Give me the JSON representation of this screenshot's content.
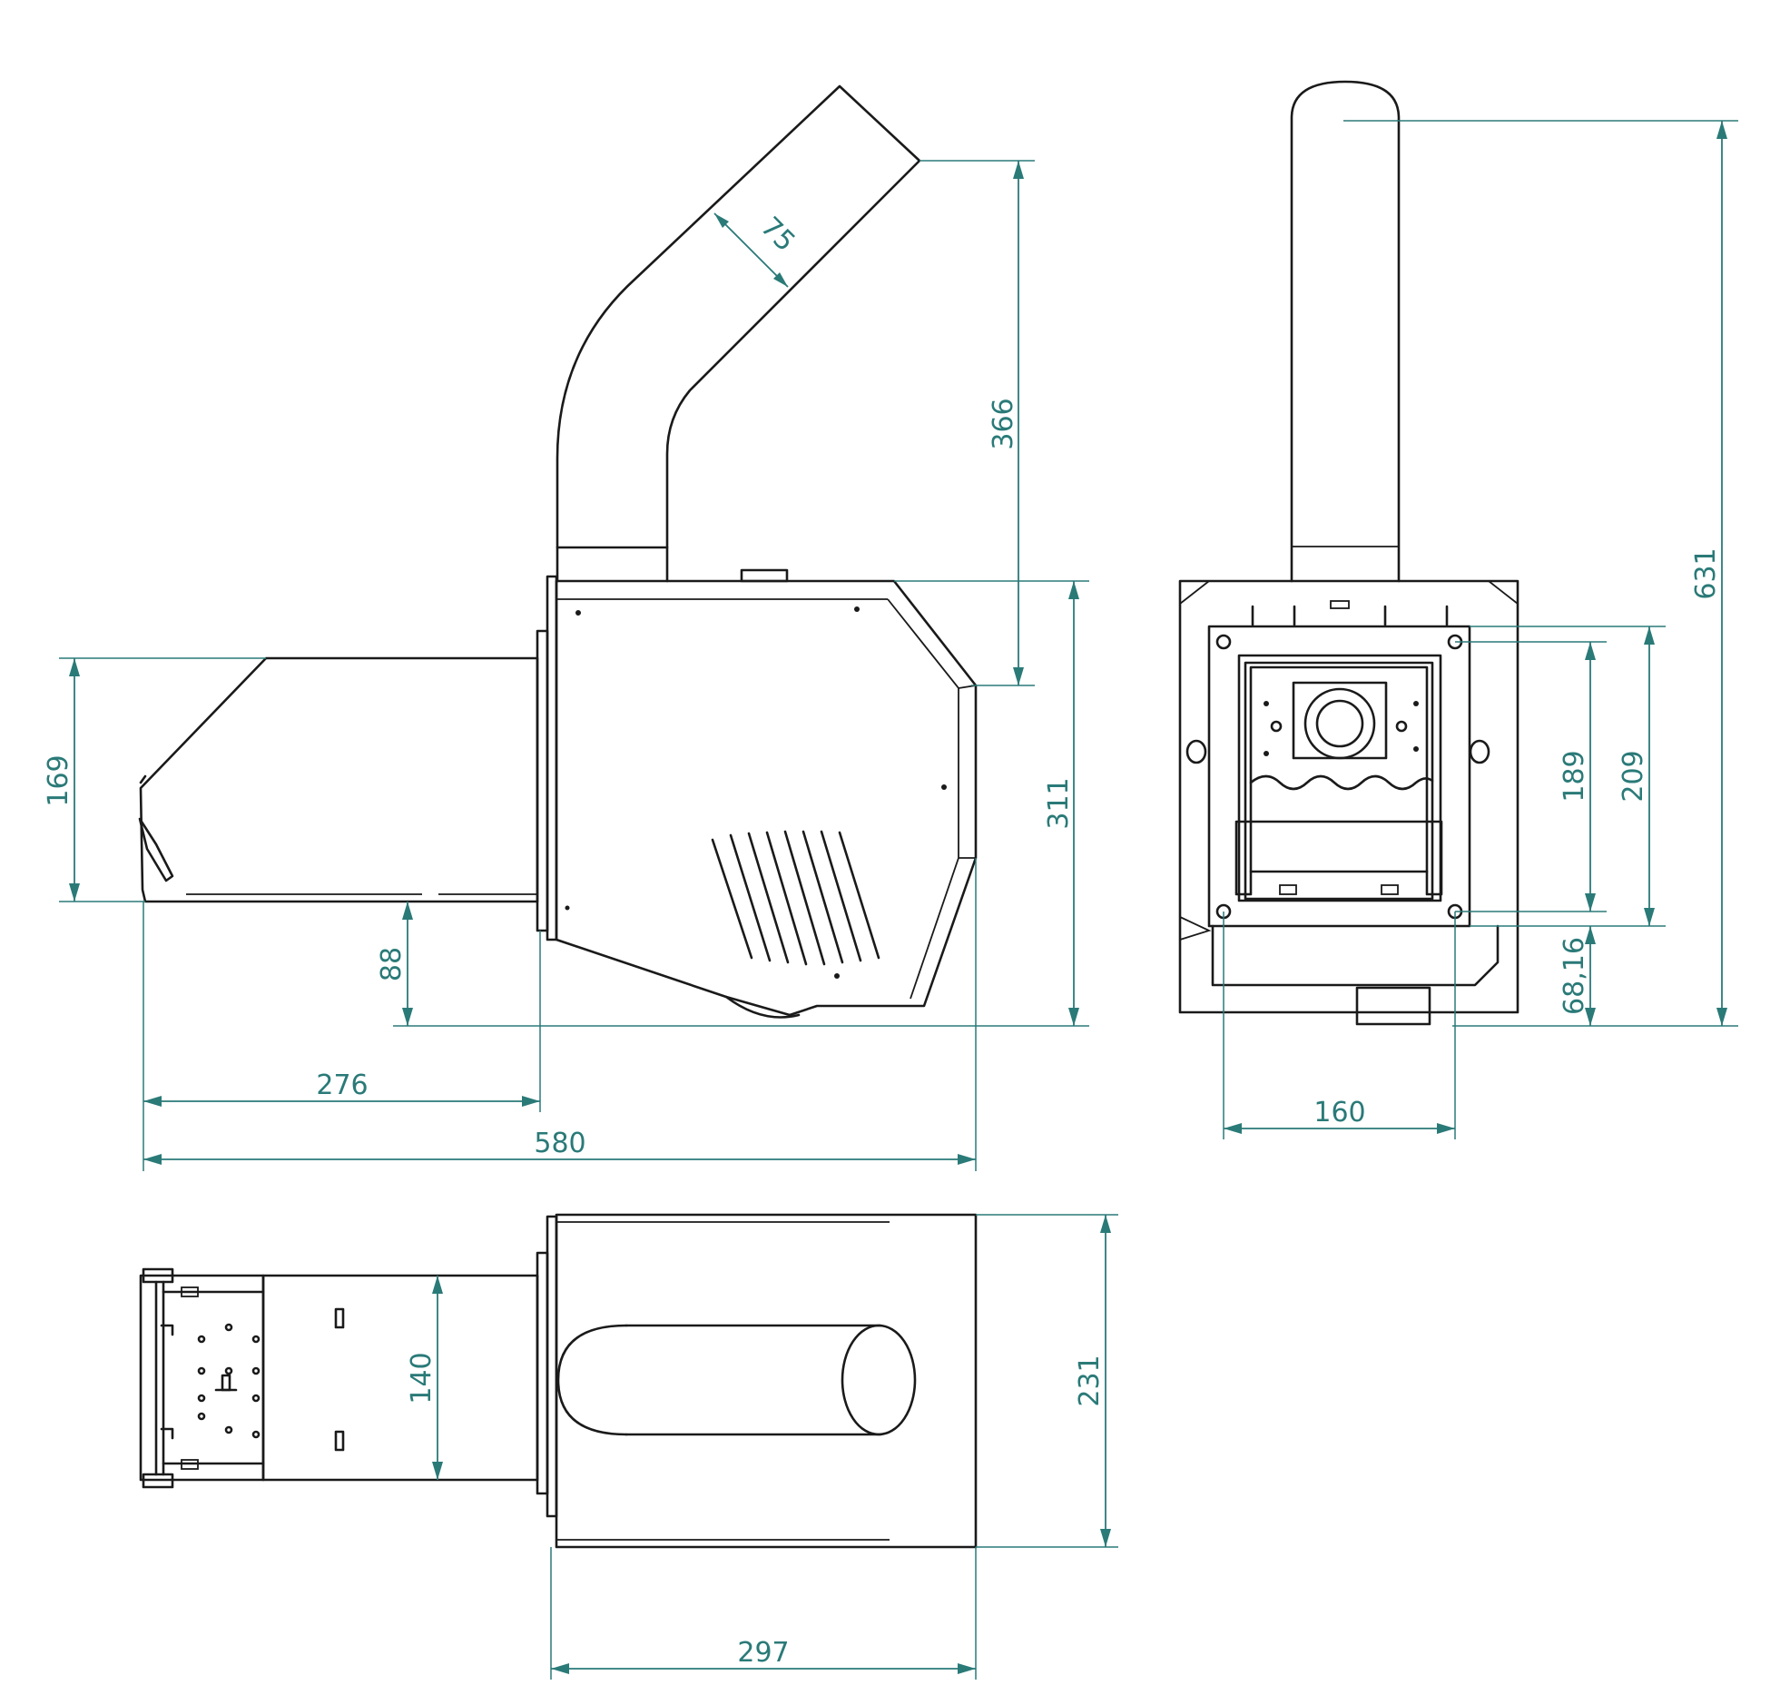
{
  "colors": {
    "outline": "#1a1a1a",
    "dimension": "#2a7a78",
    "background": "#ffffff"
  },
  "dimensions": {
    "tube_diameter": "75",
    "tube_height": "366",
    "body_height": "311",
    "feeder_height": "169",
    "feeder_bottom_offset": "88",
    "feeder_length": "276",
    "total_length": "580",
    "total_height": "631",
    "bolt_pattern_height": "189",
    "flange_height": "209",
    "bottom_clearance": "68,16",
    "bolt_spacing": "160",
    "feeder_width": "140",
    "body_width": "231",
    "body_depth": "297"
  }
}
